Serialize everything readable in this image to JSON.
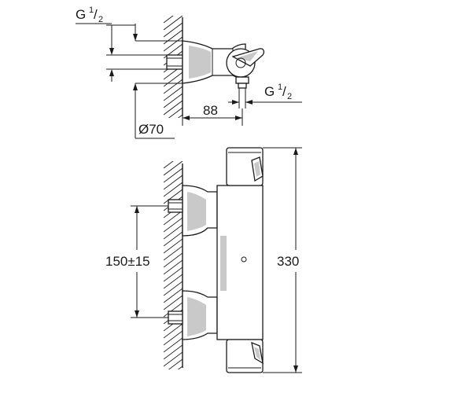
{
  "dimensions": {
    "thread_top": {
      "main": "G",
      "num": "1",
      "den": "2"
    },
    "thread_bottom": {
      "main": "G",
      "num": "1",
      "den": "2"
    },
    "diameter": "Ø70",
    "projection": "88",
    "center_distance": "150±15",
    "height": "330"
  },
  "colors": {
    "line": "#1a1a1a",
    "shade": "#c9c9c9",
    "background": "#ffffff"
  }
}
